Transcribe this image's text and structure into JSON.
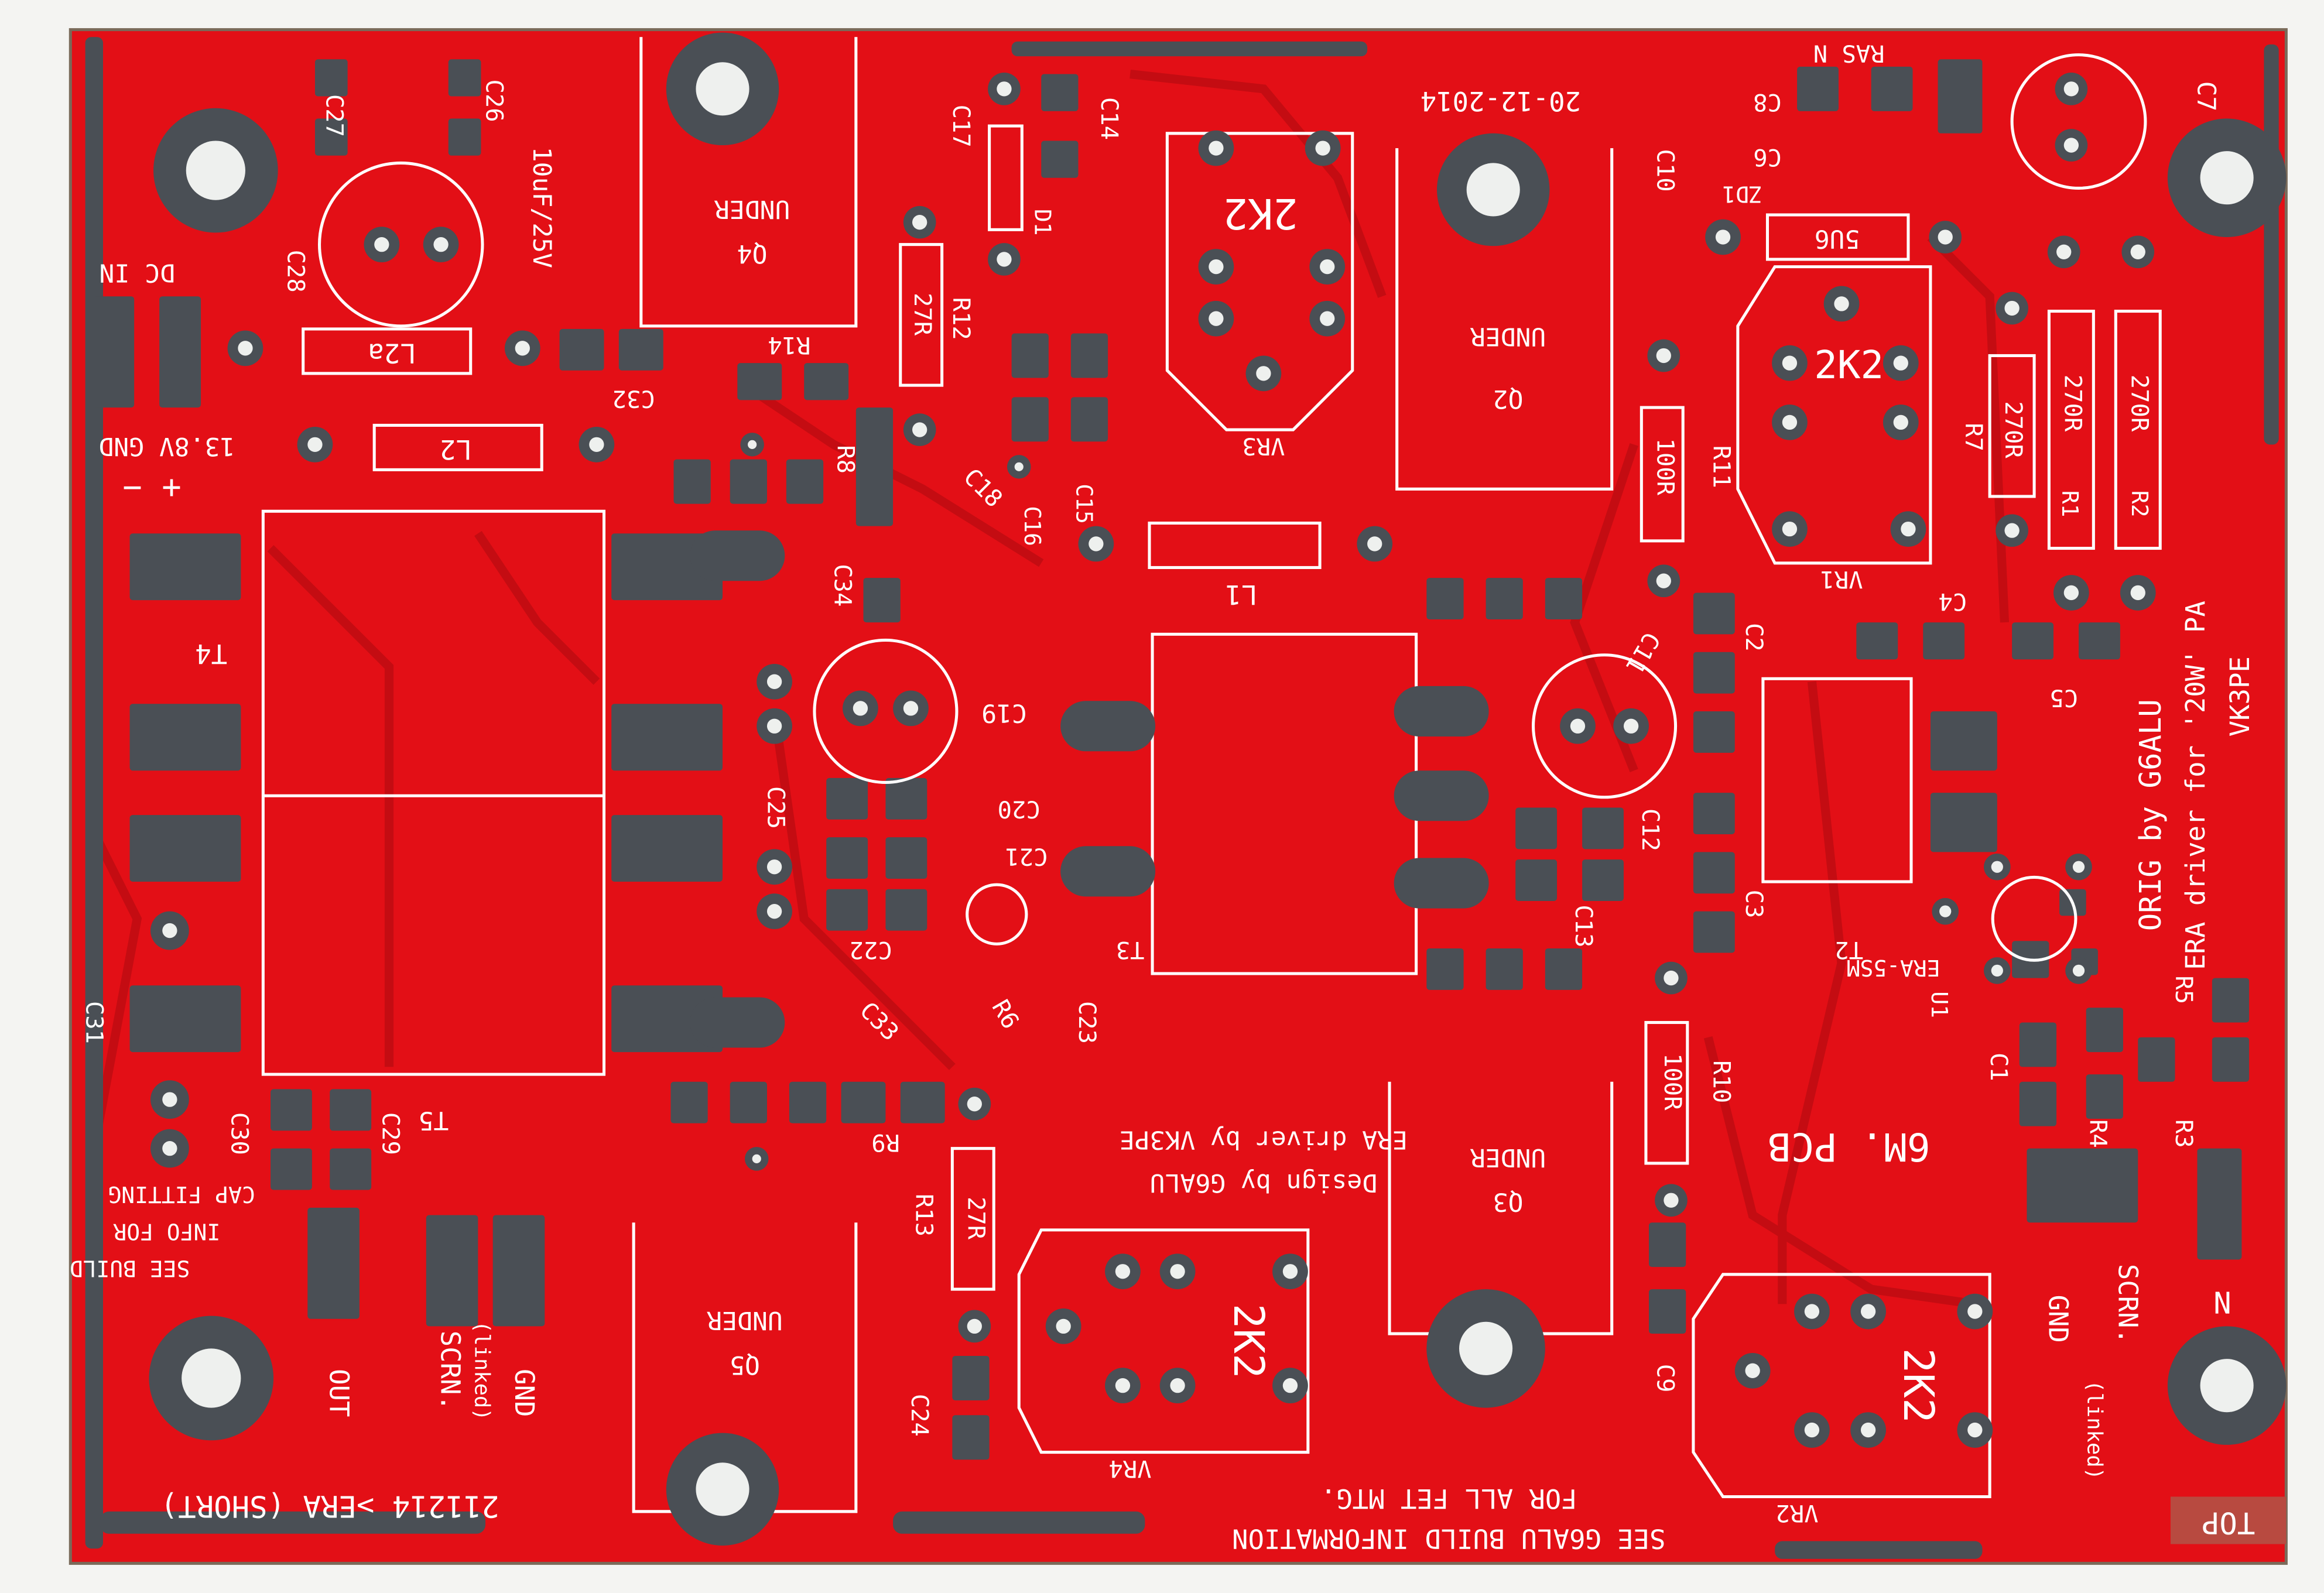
{
  "board": {
    "colors": {
      "soldermask": "#e30f16",
      "trace": "#c80a10",
      "pad": "#4a4f55",
      "hole": "#eef0ee",
      "silkscreen": "#ffffff",
      "background": "#f4f4f2"
    },
    "corner_marker": "TOP"
  },
  "labels": {
    "c27": "C27",
    "c26": "C26",
    "cap_rating": "10uF/25V",
    "c28": "C28",
    "dc_in": "DC IN",
    "l2a": "L2a",
    "r14": "R14",
    "c32": "C32",
    "l2": "L2",
    "supply": "13.8V GND",
    "polarity": "−  +",
    "q4_under": "UNDER",
    "q4": "Q4",
    "c17": "C17",
    "d1": "D1",
    "c14": "C14",
    "r12": "R12",
    "r12_val": "27R",
    "r8": "R8",
    "c18": "C18",
    "c16": "C16",
    "c15": "C15",
    "c34": "C34",
    "vr3_val": "2K2",
    "vr3": "VR3",
    "date": "20-12-2014",
    "q2_under": "UNDER",
    "q2": "Q2",
    "c10": "C10",
    "c8": "C8",
    "ras_n": "RAS N",
    "c6": "C6",
    "zd1": "ZD1",
    "zd1_val": "5U6",
    "c7": "C7",
    "vr1_val": "2K2",
    "r7": "R7",
    "r7_val": "270R",
    "r1_val": "270R",
    "r2_val": "270R",
    "r1": "R1",
    "r2": "R2",
    "r11": "R11",
    "r11_val": "100R",
    "vr1": "VR1",
    "l1": "L1",
    "c2": "C2",
    "c4": "C4",
    "c5": "C5",
    "orig": "ORIG by G6ALU",
    "era_driver_for": "ERA driver for '20W' PA",
    "vk3pe": "VK3PE",
    "t4": "T4",
    "c11": "C11",
    "c19": "C19",
    "c25": "C25",
    "c20": "C20",
    "c21": "C21",
    "c12": "C12",
    "c13": "C13",
    "c3": "C3",
    "t2": "T2",
    "t3": "T3",
    "c22": "C22",
    "era5sm": "ERA-5SM",
    "u1": "U1",
    "r5": "R5",
    "c1": "C1",
    "r4": "R4",
    "r3": "R3",
    "pcb": "6M. PCB",
    "r10": "R10",
    "r10_val": "100R",
    "r6": "R6",
    "c33": "C33",
    "c23": "C23",
    "t5": "T5",
    "c31": "C31",
    "c30": "C30",
    "c29": "C29",
    "r9": "R9",
    "design_by": "Design by G6ALU",
    "era_by": "ERA driver by VK3PE",
    "r13": "R13",
    "r13_val": "27R",
    "q3_under": "UNDER",
    "q3": "Q3",
    "c9": "C9",
    "see_build_1": "SEE BUILD",
    "see_build_2": "INFO FOR",
    "see_build_3": "CAP FITTING",
    "out": "OUT",
    "scrn_left": "SCRN.",
    "gnd_left": "GND",
    "linked_left": "(linked)",
    "q5_under": "UNDER",
    "q5": "Q5",
    "c24": "C24",
    "vr4_val": "2K2",
    "vr4": "VR4",
    "vr2_val": "2K2",
    "vr2": "VR2",
    "gnd_right": "GND",
    "scrn_right": "SCRN.",
    "linked_right": "(linked)",
    "n_right": "N",
    "version": "211214 >ERA (SHORT)",
    "see_info_1": "SEE G6ALU BUILD INFORMATION",
    "see_info_2": "FOR ALL FET MTG."
  }
}
